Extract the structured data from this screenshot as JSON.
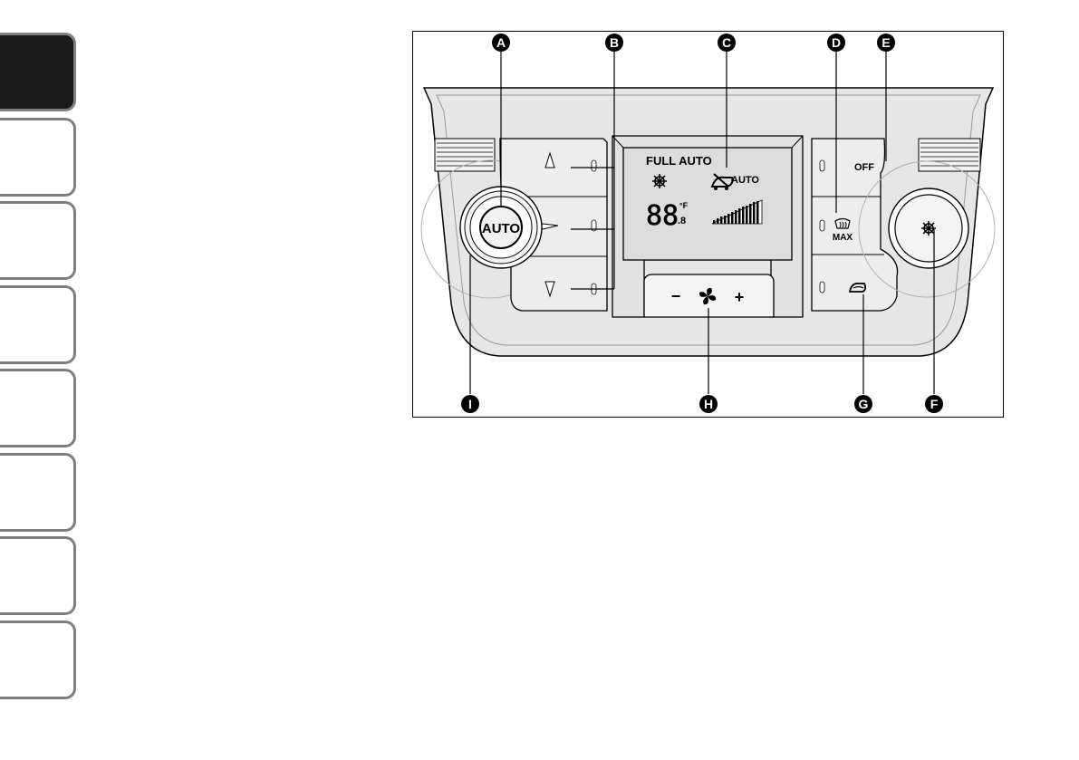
{
  "tabs": {
    "active_index": 0,
    "count": 8
  },
  "display": {
    "mode_label": "FULL AUTO",
    "fan_mode_label": "AUTO",
    "temperature_digits": "88",
    "temperature_unit_top": "°F",
    "temperature_unit_bottom": ".8"
  },
  "controls": {
    "auto_button_label": "AUTO",
    "off_button_label": "OFF",
    "max_defrost_label": "MAX",
    "fan_minus_label": "−",
    "fan_plus_label": "+"
  },
  "callouts": [
    "A",
    "B",
    "C",
    "D",
    "E",
    "F",
    "G",
    "H",
    "I"
  ],
  "colors": {
    "panel_fill": "#e6e6e6",
    "display_fill": "#dcdcdc",
    "tab_active": "#1b1b1b",
    "tab_border": "#7f7f7f"
  }
}
